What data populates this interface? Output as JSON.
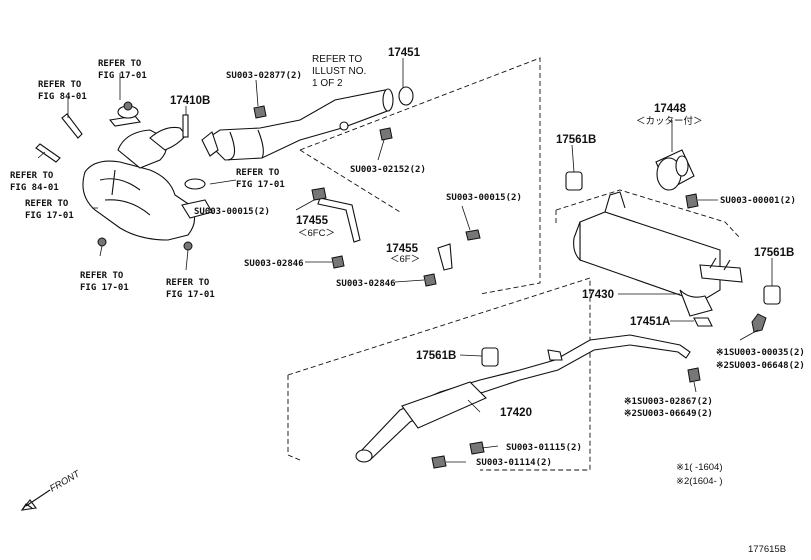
{
  "labels": {
    "refer_fig_1701_a": [
      "REFER TO",
      "FIG 17-01"
    ],
    "refer_fig_8401_a": [
      "REFER TO",
      "FIG 84-01"
    ],
    "refer_fig_8401_b": [
      "REFER TO",
      "FIG 84-01"
    ],
    "refer_fig_1701_b": [
      "REFER TO",
      "FIG 17-01"
    ],
    "refer_fig_1701_c": [
      "REFER TO",
      "FIG 17-01"
    ],
    "refer_fig_1701_d": [
      "REFER TO",
      "FIG 17-01"
    ],
    "refer_fig_1701_e": [
      "REFER TO",
      "FIG 17-01"
    ],
    "refer_illust": [
      "REFER TO",
      "ILLUST NO.",
      "1 OF 2"
    ]
  },
  "parts": {
    "p17410B": "17410B",
    "p17451": "17451",
    "p17448": "17448",
    "p17448_note": "＜カッター付＞",
    "p17561B_a": "17561B",
    "p17561B_b": "17561B",
    "p17561B_c": "17561B",
    "p17455_a": "17455",
    "p17455_a_note": "＜6FC＞",
    "p17455_b": "17455",
    "p17455_b_note": "＜6F＞",
    "p17430": "17430",
    "p17451A": "17451A",
    "p17420": "17420"
  },
  "fasteners": {
    "su02877": "SU003-02877(2)",
    "su02152": "SU003-02152(2)",
    "su00015_a": "SU003-00015(2)",
    "su00015_b": "SU003-00015(2)",
    "su02846_a": "SU003-02846",
    "su02846_b": "SU003-02846",
    "su00001": "SU003-00001(2)",
    "su00035": "※1SU003-00035(2)",
    "su06648": "※2SU003-06648(2)",
    "su02867": "※1SU003-02867(2)",
    "su06649": "※2SU003-06649(2)",
    "su01115": "SU003-01115(2)",
    "su01114": "SU003-01114(2)"
  },
  "notes": {
    "note1": "※1(      -1604)",
    "note2": "※2(1604-      )"
  },
  "front": "FRONT",
  "figure_id": "177615B"
}
